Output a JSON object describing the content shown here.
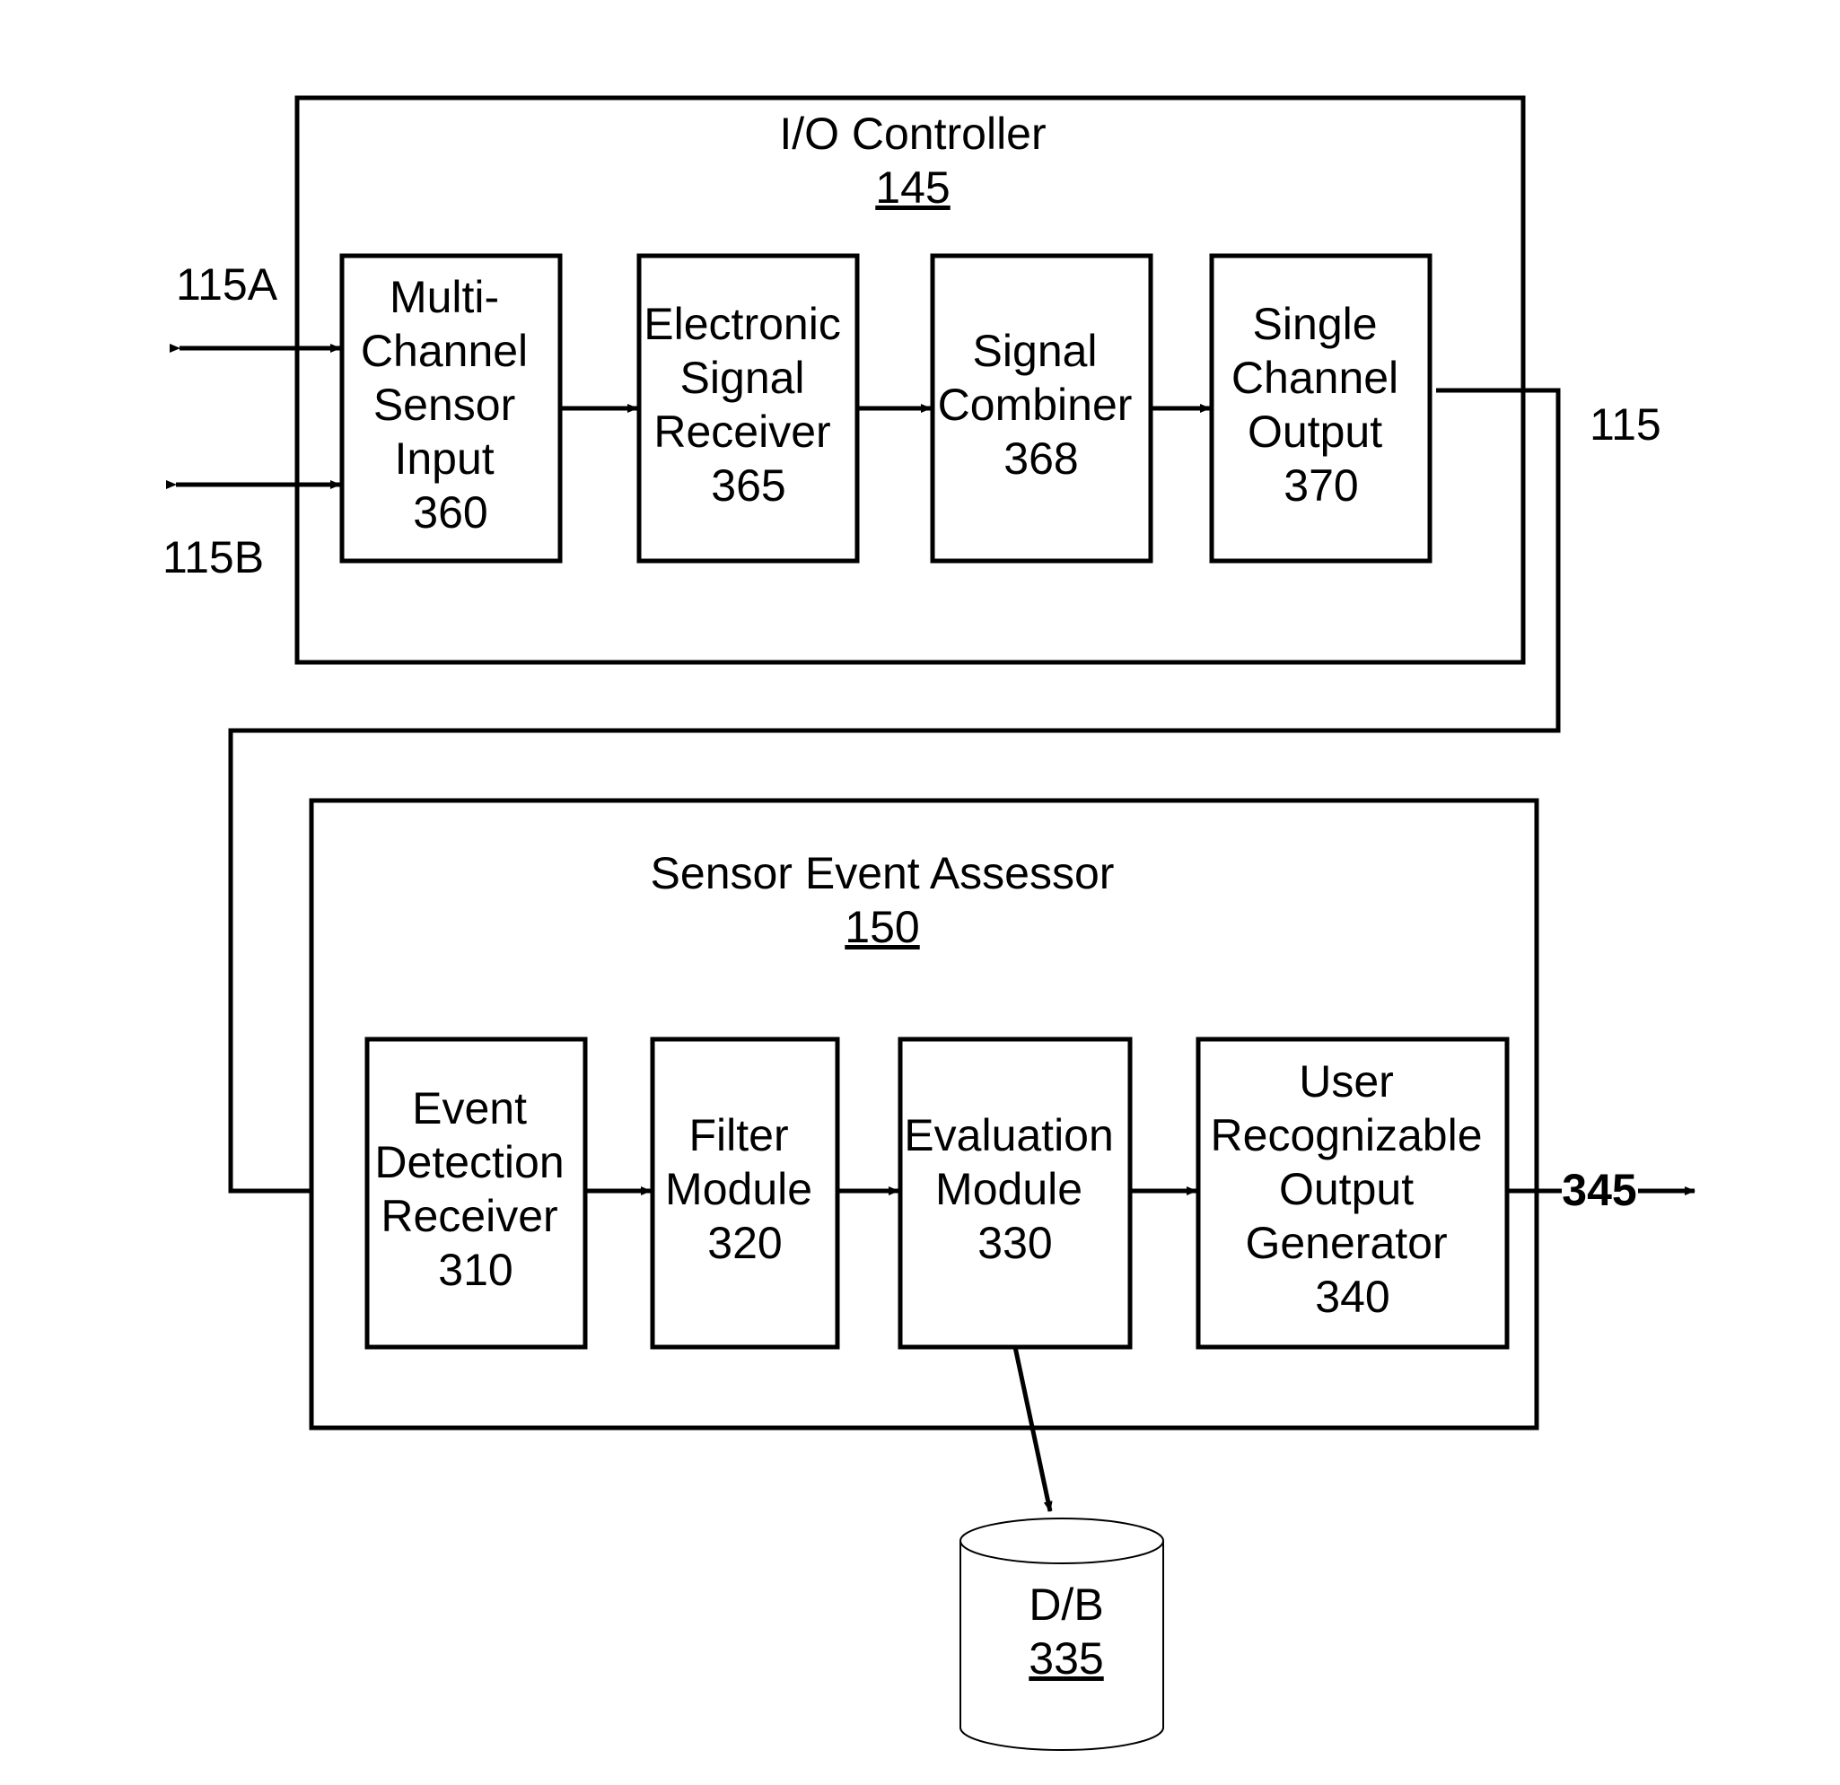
{
  "io_controller": {
    "title": "I/O Controller",
    "ref": "145",
    "blocks": [
      {
        "lines": [
          "Multi-",
          "Channel",
          "Sensor",
          "Input",
          "360"
        ]
      },
      {
        "lines": [
          "Electronic",
          "Signal",
          "Receiver",
          "365"
        ]
      },
      {
        "lines": [
          "Signal",
          "Combiner",
          "368"
        ]
      },
      {
        "lines": [
          "Single",
          "Channel",
          "Output",
          "370"
        ]
      }
    ]
  },
  "sensor_event_assessor": {
    "title": "Sensor Event Assessor",
    "ref": "150",
    "blocks": [
      {
        "lines": [
          "Event",
          "Detection",
          "Receiver",
          "310"
        ]
      },
      {
        "lines": [
          "Filter",
          "Module",
          "320"
        ]
      },
      {
        "lines": [
          "Evaluation",
          "Module",
          "330"
        ]
      },
      {
        "lines": [
          "User",
          "Recognizable",
          "Output",
          "Generator",
          "340"
        ]
      }
    ]
  },
  "database": {
    "label": "D/B",
    "ref": "335"
  },
  "connectors": {
    "input_a": "115A",
    "input_b": "115B",
    "link": "115",
    "output": "345"
  }
}
